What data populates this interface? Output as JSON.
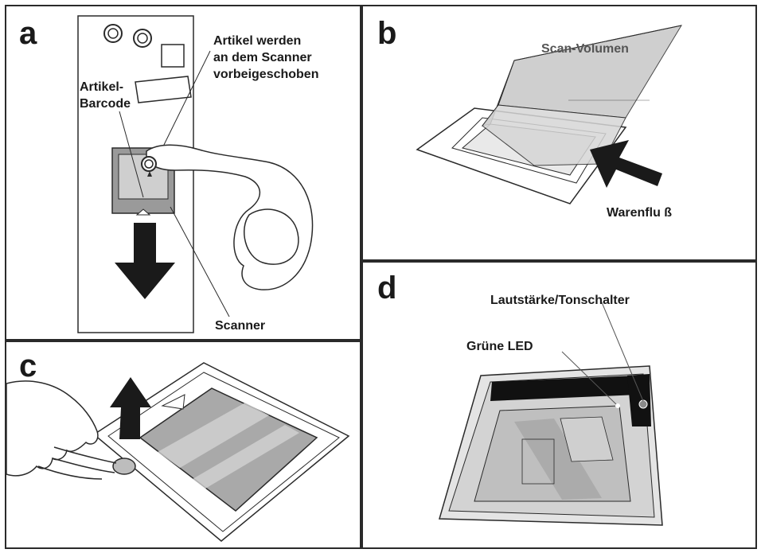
{
  "panels": {
    "a": {
      "letter": "a",
      "label_push_1": "Artikel werden",
      "label_push_2": "an dem Scanner",
      "label_push_3": "vorbeigeschoben",
      "label_barcode_1": "Artikel-",
      "label_barcode_2": "Barcode",
      "label_scanner": "Scanner"
    },
    "b": {
      "letter": "b",
      "label_volume": "Scan-Volumen",
      "label_flow": "Warenflu ß"
    },
    "c": {
      "letter": "c"
    },
    "d": {
      "letter": "d",
      "label_switch": "Lautstärke/Tonschalter",
      "label_led": "Grüne LED"
    }
  },
  "colors": {
    "line": "#2a2a2a",
    "gray_light": "#d9d9d9",
    "gray_mid": "#a8a8a8",
    "gray_dark": "#555555",
    "black": "#111111"
  }
}
